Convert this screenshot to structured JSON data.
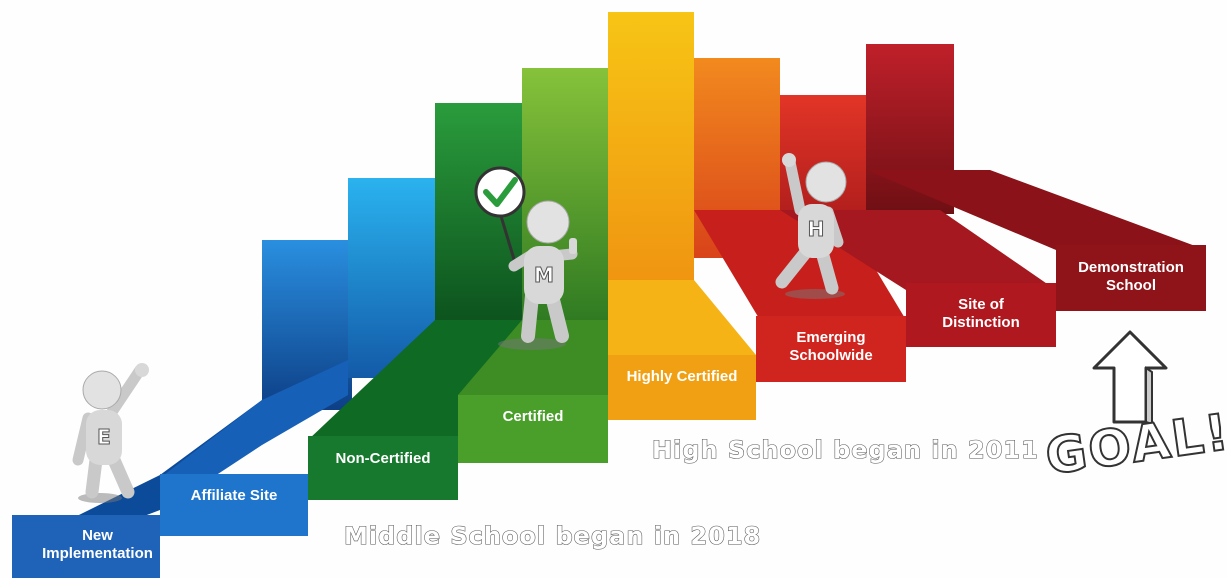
{
  "steps": [
    {
      "label": "New\nImplementation",
      "color": "#1f63b8"
    },
    {
      "label": "Affiliate Site",
      "color": "#1f74cc"
    },
    {
      "label": "Non-Certified",
      "color": "#16792e"
    },
    {
      "label": "Certified",
      "color": "#4a9e2a"
    },
    {
      "label": "Highly Certified",
      "color": "#f0a012"
    },
    {
      "label": "Emerging\nSchoolwide",
      "color": "#d0241e"
    },
    {
      "label": "Site of\nDistinction",
      "color": "#b01820"
    },
    {
      "label": "Demonstration\nSchool",
      "color": "#8e1419"
    }
  ],
  "figures": [
    {
      "letter": "E"
    },
    {
      "letter": "M"
    },
    {
      "letter": "H"
    }
  ],
  "notes": {
    "middle_school": "Middle School began in 2018",
    "high_school": "High School began in 2011"
  },
  "goal": {
    "text": "GOAL!",
    "icon": "up-arrow-icon"
  },
  "sign_icon": "checkmark-icon"
}
